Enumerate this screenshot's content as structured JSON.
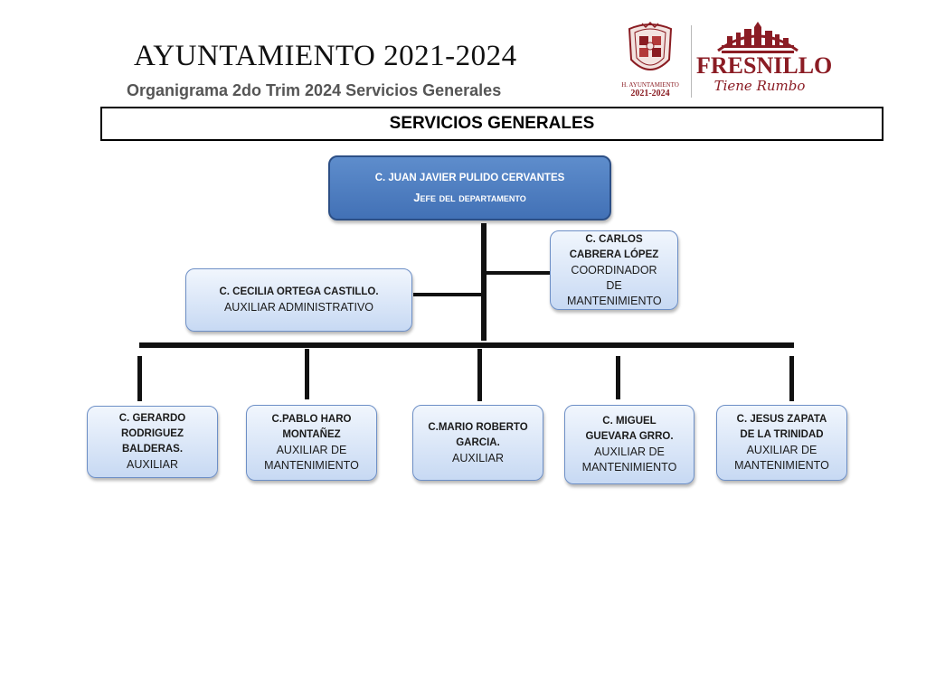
{
  "header": {
    "title": "AYUNTAMIENTO 2021-2024",
    "subtitle": "Organigrama 2do Trim 2024 Servicios Generales",
    "seal_caption_line1": "H. AYUNTAMIENTO",
    "seal_caption_line2": "2021-2024",
    "brand_name": "FRESNILLO",
    "brand_tagline": "Tiene Rumbo"
  },
  "section": {
    "title": "SERVICIOS GENERALES"
  },
  "org": {
    "head": {
      "name": "C. JUAN JAVIER PULIDO CERVANTES",
      "role": "Jefe del departamento"
    },
    "coordinator": {
      "name": "C. CARLOS CABRERA LÓPEZ",
      "role": "COORDINADOR DE MANTENIMIENTO"
    },
    "admin": {
      "name": "C. CECILIA ORTEGA CASTILLO.",
      "role": "AUXILIAR ADMINISTRATIVO"
    },
    "staff": [
      {
        "name": "C. GERARDO RODRIGUEZ BALDERAS.",
        "role": "AUXILIAR"
      },
      {
        "name": "C.PABLO HARO MONTAÑEZ",
        "role": "AUXILIAR DE MANTENIMIENTO"
      },
      {
        "name": "C.MARIO ROBERTO GARCIA.",
        "role": "AUXILIAR"
      },
      {
        "name": "C. MIGUEL GUEVARA GRRO.",
        "role": "AUXILIAR DE MANTENIMIENTO"
      },
      {
        "name": "C. JESUS ZAPATA DE LA TRINIDAD",
        "role": "AUXILIAR DE MANTENIMIENTO"
      }
    ]
  },
  "colors": {
    "head_fill": "#4f7fc0",
    "box_fill": "#c7d9f3",
    "brand": "#8b1c24"
  },
  "icons": {
    "seal": "municipal-coat-of-arms",
    "skyline": "city-skyline-logo"
  }
}
